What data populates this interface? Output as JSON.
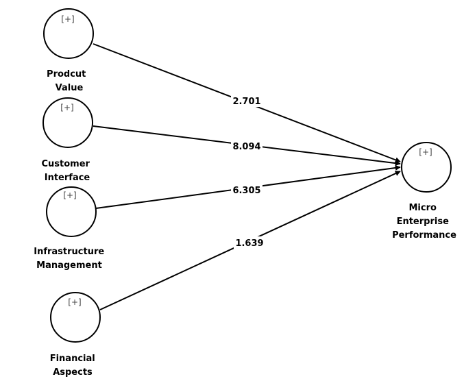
{
  "nodes": [
    {
      "id": "product-value",
      "plus": "[+]",
      "label_lines": [
        "Prodcut",
        "Value"
      ]
    },
    {
      "id": "customer-interface",
      "plus": "[+]",
      "label_lines": [
        "Customer",
        "Interface"
      ]
    },
    {
      "id": "infrastructure-management",
      "plus": "[+]",
      "label_lines": [
        "Infrastructure",
        "Management"
      ]
    },
    {
      "id": "financial-aspects",
      "plus": "[+]",
      "label_lines": [
        "Financial",
        "Aspects"
      ]
    },
    {
      "id": "micro-enterprise-performance",
      "plus": "[+]",
      "label_lines": [
        "Micro",
        "Enterprise",
        "Performance"
      ]
    }
  ],
  "paths": [
    {
      "from": "product-value",
      "to": "micro-enterprise-performance",
      "coefficient": "2.701"
    },
    {
      "from": "customer-interface",
      "to": "micro-enterprise-performance",
      "coefficient": "8.094"
    },
    {
      "from": "infrastructure-management",
      "to": "micro-enterprise-performance",
      "coefficient": "6.305"
    },
    {
      "from": "financial-aspects",
      "to": "micro-enterprise-performance",
      "coefficient": "1.639"
    }
  ]
}
